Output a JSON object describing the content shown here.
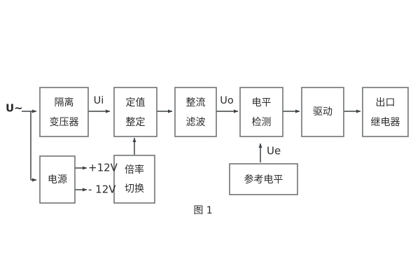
{
  "figure": {
    "caption": "图 1",
    "background_color": "#ffffff",
    "box_stroke_color": "#6f7275",
    "wire_color": "#3f4245",
    "text_color": "#2b2b2b"
  },
  "blocks": [
    {
      "id": "isolation-transformer",
      "line1": "隔离",
      "line2": "变压器"
    },
    {
      "id": "setting-value",
      "line1": "定值",
      "line2": "整定"
    },
    {
      "id": "rectifier-filter",
      "line1": "整流",
      "line2": "滤波"
    },
    {
      "id": "level-detect",
      "line1": "电平",
      "line2": "检测"
    },
    {
      "id": "driver",
      "line1": "驱动",
      "line2": ""
    },
    {
      "id": "output-relay",
      "line1": "出口",
      "line2": "继电器"
    },
    {
      "id": "power-supply",
      "line1": "电源",
      "line2": ""
    },
    {
      "id": "multiplier-switch",
      "line1": "倍率",
      "line2": "切换"
    },
    {
      "id": "reference-level",
      "line1": "参考电平",
      "line2": ""
    }
  ],
  "signals": {
    "input_source": "U~",
    "ui": "Ui",
    "uo": "Uo",
    "ue": "Ue",
    "rail_positive": "+12V",
    "rail_negative": "- 12V"
  }
}
